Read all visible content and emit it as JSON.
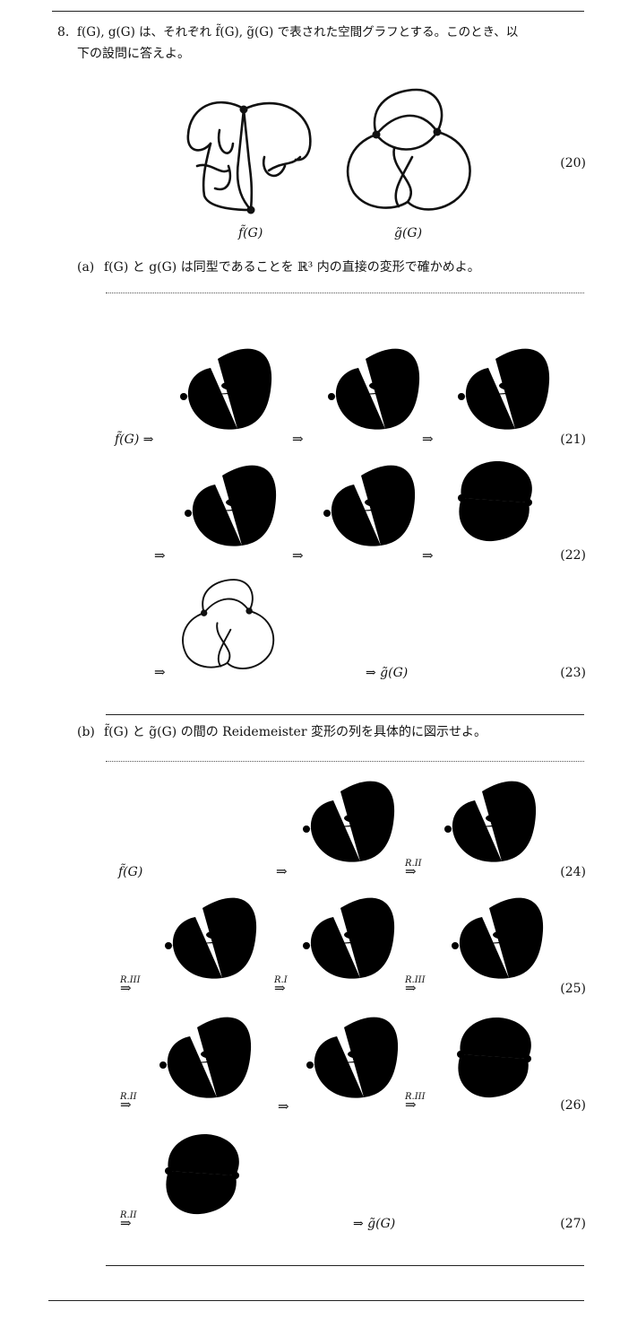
{
  "problem": {
    "number": "8.",
    "statement_line1": "f(G), g(G) は、それぞれ f̃(G), g̃(G) で表された空間グラフとする。このとき、以",
    "statement_line2": "下の設問に答えよ。"
  },
  "figure20": {
    "label_f": "f̃(G)",
    "label_g": "g̃(G)",
    "eq": "(20)"
  },
  "part_a": {
    "label": "(a)",
    "text": "f(G) と g(G) は同型であることを ℝ³ 内の直接の変形で確かめよ。",
    "start": "f̃(G) ⇒",
    "arrow": "⇒",
    "end": "⇒ g̃(G)",
    "eqs": [
      "(21)",
      "(22)",
      "(23)"
    ]
  },
  "part_b": {
    "label": "(b)",
    "text": "f̃(G) と g̃(G) の間の Reidemeister 変形の列を具体的に図示せよ。",
    "start": "f̃(G)",
    "arrow": "⇒",
    "end": "⇒ g̃(G)",
    "moves": {
      "r1": "R.I",
      "r2": "R.II",
      "r3": "R.III"
    },
    "eqs": [
      "(24)",
      "(25)",
      "(26)",
      "(27)"
    ]
  }
}
